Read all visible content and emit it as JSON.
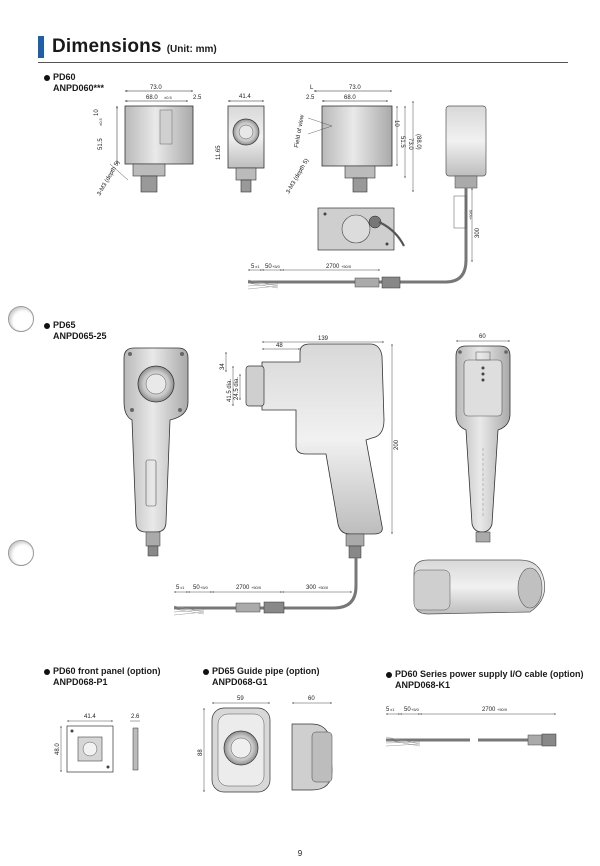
{
  "header": {
    "title": "Dimensions",
    "unit_note": "(Unit: mm)"
  },
  "sections": {
    "pd60": {
      "name": "PD60",
      "model": "ANPD060***"
    },
    "pd65": {
      "name": "PD65",
      "model": "ANPD065-25"
    },
    "front_panel": {
      "name": "PD60 front panel (option)",
      "model": "ANPD068-P1"
    },
    "guide_pipe": {
      "name": "PD65 Guide pipe (option)",
      "model": "ANPD068-G1"
    },
    "io_cable": {
      "name": "PD60 Series power supply I/O cable (option)",
      "model": "ANPD068-K1"
    }
  },
  "pd60_dims": {
    "w73": "73.0",
    "w68": "68.0",
    "w68_tol": "±0.5",
    "d25": "2.5",
    "h10": "10",
    "h515": "51.5",
    "h515_tol": "±0.5",
    "screw": "3-M3 (depth 5)",
    "w414": "41.4",
    "h1165": "11.65",
    "l": "L",
    "field_of_view": "Field of view",
    "h73": "73.0",
    "h88": "(88.0)",
    "cable300": "300",
    "cable300_tol": "+50/0",
    "c5": "5",
    "c5_tol": "±1",
    "c50": "50",
    "c50_tol": "+5/0",
    "c2700": "2700",
    "c2700_tol": "+50/0"
  },
  "pd65_dims": {
    "w139": "139",
    "w48": "48",
    "h34": "34",
    "d415": "41.5 dia.",
    "d245": "24.5 dia.",
    "h200": "200",
    "w60": "60",
    "c5": "5",
    "c5_tol": "±1",
    "c50": "50",
    "c50_tol": "+5/0",
    "c2700": "2700",
    "c2700_tol": "+50/0",
    "c300": "300",
    "c300_tol": "+50/0"
  },
  "front_panel_dims": {
    "w414": "41.4",
    "t26": "2.6",
    "h480": "48.0"
  },
  "guide_pipe_dims": {
    "w59": "59",
    "w60": "60",
    "h88": "88"
  },
  "io_cable_dims": {
    "c5": "5",
    "c5_tol": "±1",
    "c50": "50",
    "c50_tol": "+5/0",
    "c2700": "2700",
    "c2700_tol": "+50/0"
  },
  "page_number": "9"
}
